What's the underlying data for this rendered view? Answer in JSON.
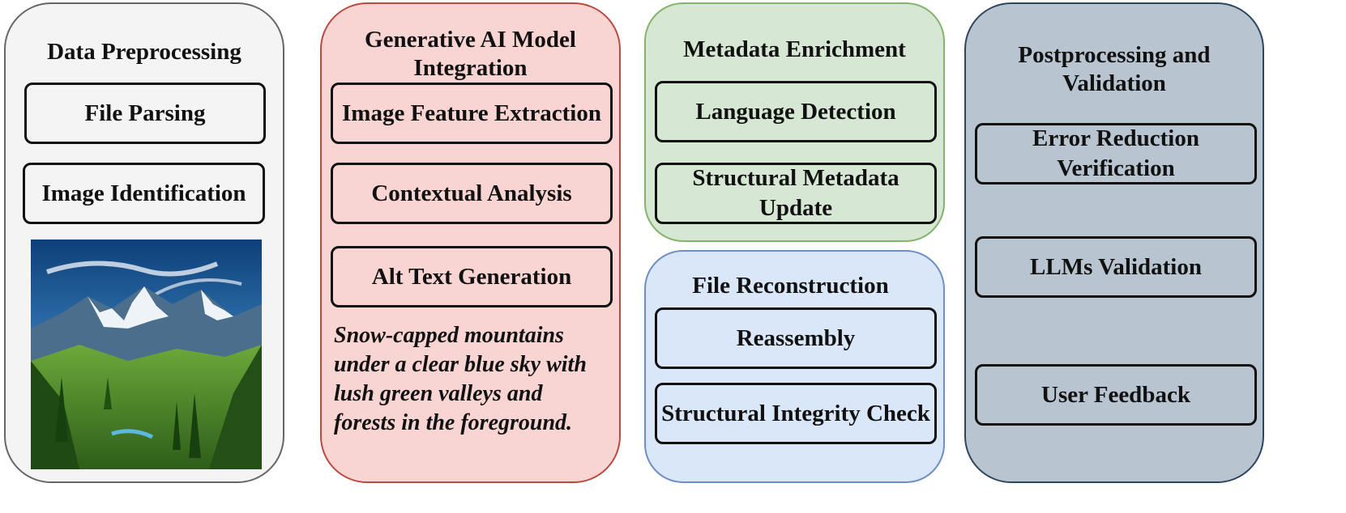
{
  "colors": {
    "preprocessing_fill": "#f4f4f4",
    "preprocessing_border": "#666666",
    "generative_fill": "#f8d4d2",
    "generative_border": "#b84a40",
    "metadata_fill": "#d6e8d3",
    "metadata_border": "#86b36b",
    "reconstruction_fill": "#d9e7f8",
    "reconstruction_border": "#6d8fc4",
    "postprocessing_fill": "#b8c4d0",
    "postprocessing_border": "#2d4660"
  },
  "panels": {
    "preprocessing": {
      "title": "Data Preprocessing",
      "items": [
        "File Parsing",
        "Image Identification"
      ],
      "image": "mountain-landscape"
    },
    "generative": {
      "title_line1": "Generative AI Model",
      "title_line2": "Integration",
      "items": [
        "Image Feature Extraction",
        "Contextual Analysis",
        "Alt Text Generation"
      ],
      "caption_lines": [
        "Snow-capped mountains",
        "under a clear blue sky with",
        "lush green valleys and",
        "forests in the foreground."
      ]
    },
    "metadata": {
      "title": "Metadata Enrichment",
      "items": [
        "Language Detection"
      ],
      "item2_line1": "Structural Metadata",
      "item2_line2": "Update"
    },
    "reconstruction": {
      "title": "File Reconstruction",
      "items": [
        "Reassembly",
        "Structural Integrity Check"
      ]
    },
    "postprocessing": {
      "title_line1": "Postprocessing and",
      "title_line2": "Validation",
      "item1_line1": "Error Reduction",
      "item1_line2": "Verification",
      "items": [
        "LLMs Validation",
        "User Feedback"
      ]
    }
  }
}
